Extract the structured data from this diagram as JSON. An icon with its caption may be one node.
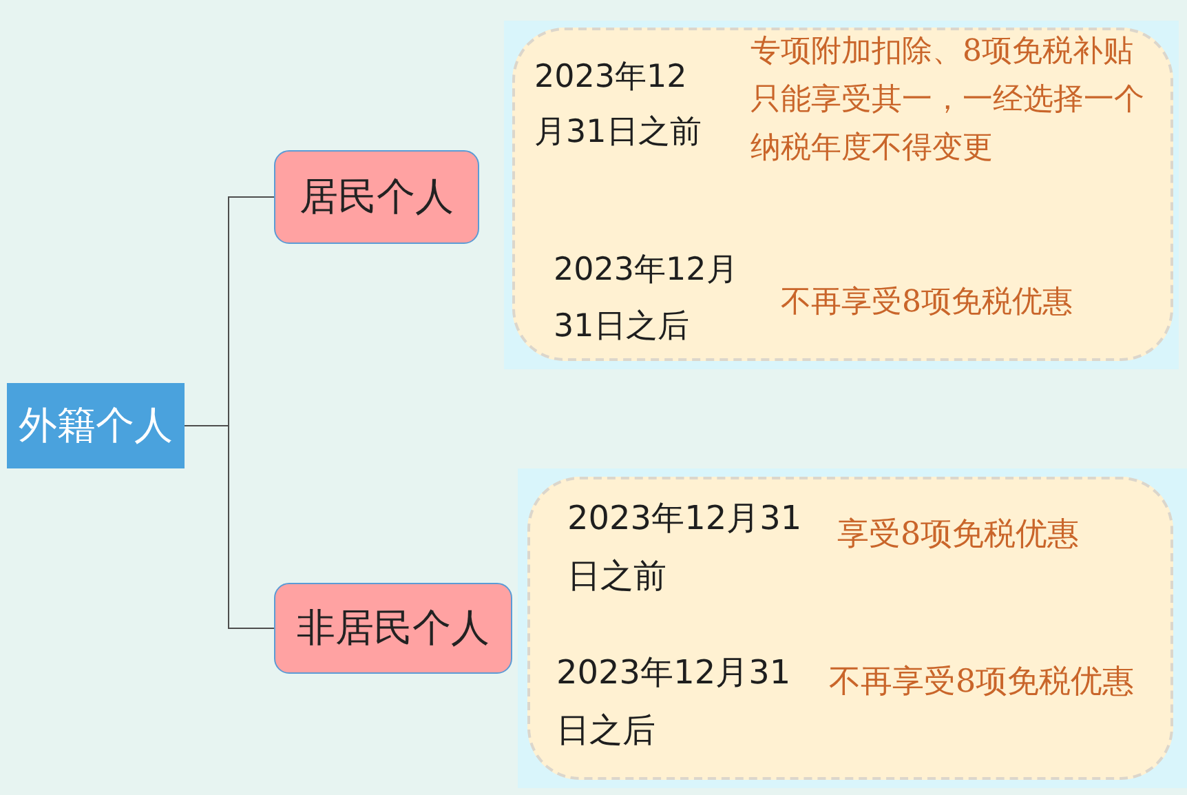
{
  "diagram": {
    "nodes": [
      {
        "text": [
          "外籍个人"
        ]
      },
      {
        "text": [
          "居民个人"
        ]
      },
      {
        "text": [
          "非居民个人"
        ]
      },
      {
        "text": [
          "2023年12月31日之前",
          "专项附加扣除、8项免税补贴只能享受其一，一经选择一个纳税年度不得变更",
          "2023年12月31日之后",
          "不再享受8项免税优惠"
        ]
      },
      {
        "text": [
          "2023年12月31日之前",
          "享受8项免税优惠",
          "2023年12月31日之后",
          "不再享受8项免税优惠"
        ]
      }
    ],
    "edges": [
      {
        "from": 0,
        "to": 1,
        "arrow": "none"
      },
      {
        "from": 0,
        "to": 2,
        "arrow": "none"
      }
    ]
  }
}
